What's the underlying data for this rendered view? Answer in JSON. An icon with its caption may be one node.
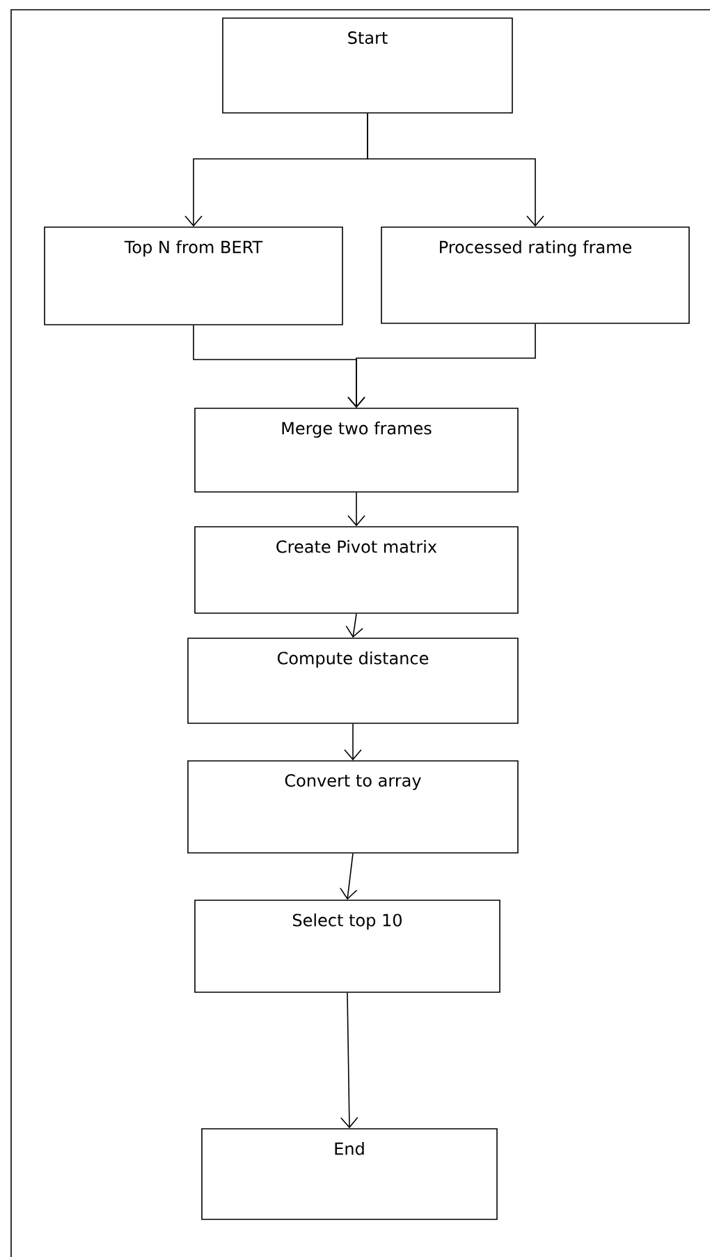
{
  "diagram": {
    "nodes": [
      {
        "text": [
          "Start"
        ]
      },
      {
        "text": [
          "Top N from BERT"
        ]
      },
      {
        "text": [
          "Processed rating frame"
        ]
      },
      {
        "text": [
          "Merge two frames"
        ]
      },
      {
        "text": [
          "Create Pivot matrix"
        ]
      },
      {
        "text": [
          "Compute distance"
        ]
      },
      {
        "text": [
          "Convert to array"
        ]
      },
      {
        "text": [
          "Select top 10"
        ]
      },
      {
        "text": [
          "End"
        ]
      }
    ],
    "edges": [
      {
        "from": 0,
        "to": 1,
        "arrow": "to"
      },
      {
        "from": 0,
        "to": 2,
        "arrow": "to"
      },
      {
        "from": 1,
        "to": 3,
        "arrow": "to"
      },
      {
        "from": 2,
        "to": 3,
        "arrow": "to"
      },
      {
        "from": 3,
        "to": 4,
        "arrow": "to"
      },
      {
        "from": 4,
        "to": 5,
        "arrow": "to"
      },
      {
        "from": 5,
        "to": 6,
        "arrow": "to"
      },
      {
        "from": 6,
        "to": 7,
        "arrow": "to"
      },
      {
        "from": 7,
        "to": 8,
        "arrow": "to"
      }
    ]
  }
}
